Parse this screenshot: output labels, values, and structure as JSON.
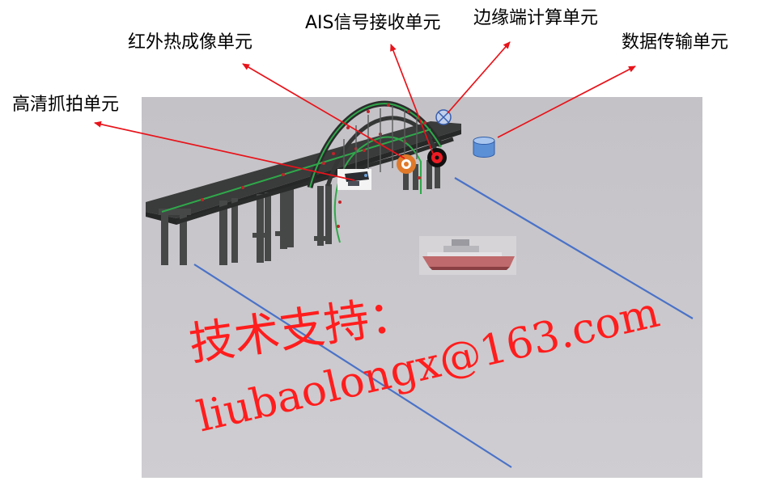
{
  "labels": {
    "camera_unit": "高清抓拍单元",
    "thermal_unit": "红外热成像单元",
    "ais_unit": "AIS信号接收单元",
    "edge_unit": "边缘端计算单元",
    "data_unit": "数据传输单元"
  },
  "watermark": {
    "line1": "技术支持：",
    "line2": "liubaolongx@163.com"
  },
  "colors": {
    "background": "#c9c7cb",
    "arrow": "#e8131a",
    "boundary_line": "#4a72c8",
    "watermark": "#ff1d1d",
    "bridge": "#3d3f3f",
    "cable": "#2fa84a"
  },
  "icons": {
    "camera": "cctv-camera-icon",
    "thermal": "thermal-sensor-icon",
    "ais": "ais-receiver-icon",
    "edge": "edge-compute-icon",
    "data": "database-icon",
    "ship": "ship-icon"
  }
}
